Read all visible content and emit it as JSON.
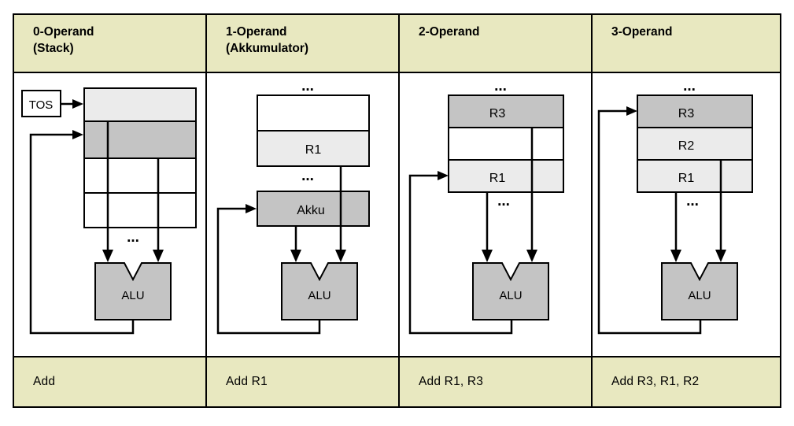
{
  "figure": {
    "title_absent": true,
    "background": "#ffffff",
    "colors": {
      "header_footer_bg": "#e8e8c0",
      "cell_light": "#ebebeb",
      "cell_mid": "#c4c4c4",
      "cell_white": "#ffffff",
      "alu_fill": "#c4c4c4",
      "stroke": "#000000"
    }
  },
  "columns": [
    {
      "id": "zero-operand",
      "header_line1": "0-Operand",
      "header_line2": "(Stack)",
      "instruction": "Add",
      "pointer_label": "TOS",
      "alu_label": "ALU",
      "ellipsis": "...",
      "cells": [
        "",
        "",
        "",
        ""
      ],
      "cell_shades": [
        "cell_light",
        "cell_mid",
        "cell_white",
        "cell_white"
      ]
    },
    {
      "id": "one-operand",
      "header_line1": "1-Operand",
      "header_line2": "(Akkumulator)",
      "instruction": "Add   R1",
      "accumulator_label": "Akku",
      "alu_label": "ALU",
      "ellipsis_top": "...",
      "ellipsis_bottom": "...",
      "cells": [
        "",
        "R1"
      ],
      "cell_shades": [
        "cell_white",
        "cell_light"
      ]
    },
    {
      "id": "two-operand",
      "header_line1": "2-Operand",
      "header_line2": "",
      "instruction": "Add   R1, R3",
      "alu_label": "ALU",
      "ellipsis_top": "...",
      "ellipsis_bottom": "...",
      "cells": [
        "R3",
        "",
        "R1"
      ],
      "cell_shades": [
        "cell_mid",
        "cell_white",
        "cell_light"
      ]
    },
    {
      "id": "three-operand",
      "header_line1": "3-Operand",
      "header_line2": "",
      "instruction": "Add   R3, R1, R2",
      "alu_label": "ALU",
      "ellipsis_top": "...",
      "ellipsis_bottom": "...",
      "cells": [
        "R3",
        "R2",
        "R1"
      ],
      "cell_shades": [
        "cell_mid",
        "cell_light",
        "cell_light"
      ]
    }
  ]
}
